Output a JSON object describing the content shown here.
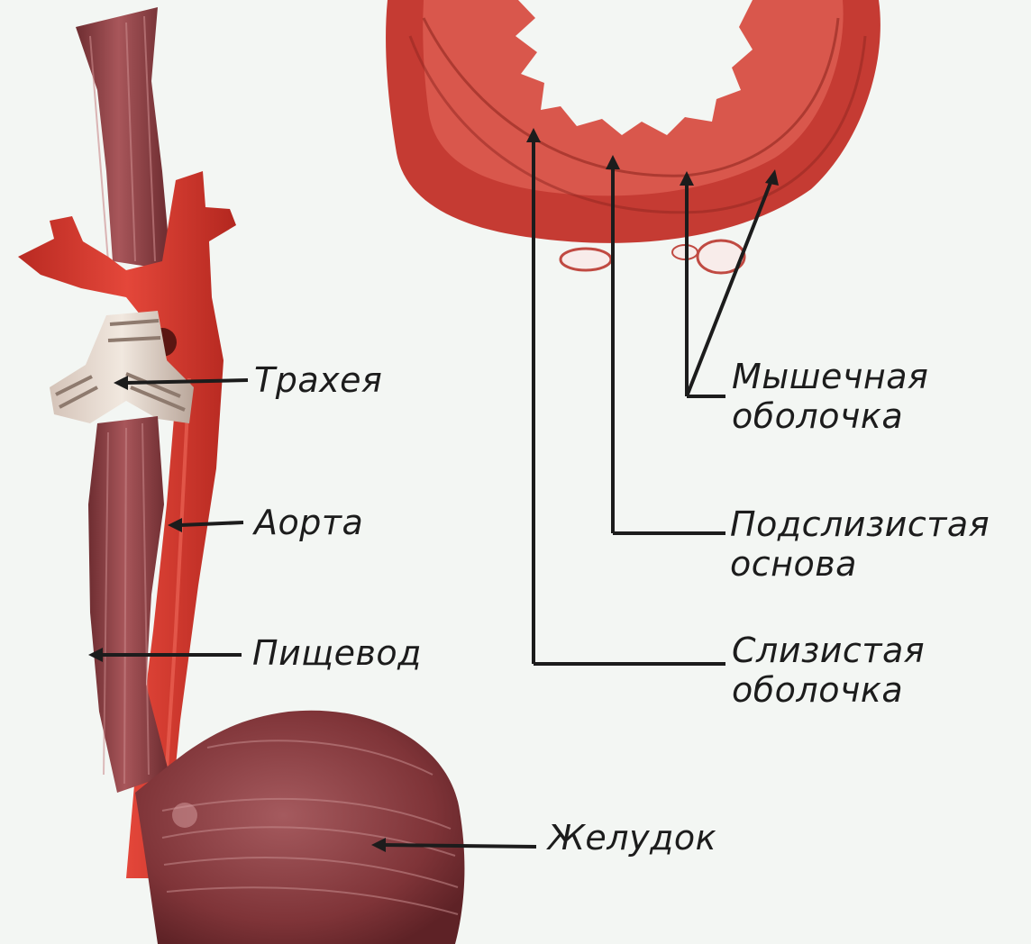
{
  "labels": {
    "trachea": "Трахея",
    "aorta": "Аорта",
    "esophagus": "Пищевод",
    "stomach": "Желудок",
    "muscular": {
      "line1": "Мышечная",
      "line2": "оболочка"
    },
    "submucosa": {
      "line1": "Подслизистая",
      "line2": "основа"
    },
    "mucosa": {
      "line1": "Слизистая",
      "line2": "оболочка"
    }
  },
  "colors": {
    "background": "#f3f6f3",
    "artery_red": "#d8382c",
    "muscle_brown": "#8e3f42",
    "tissue_red": "#c53b33",
    "leader_line": "#1c1c1c"
  }
}
